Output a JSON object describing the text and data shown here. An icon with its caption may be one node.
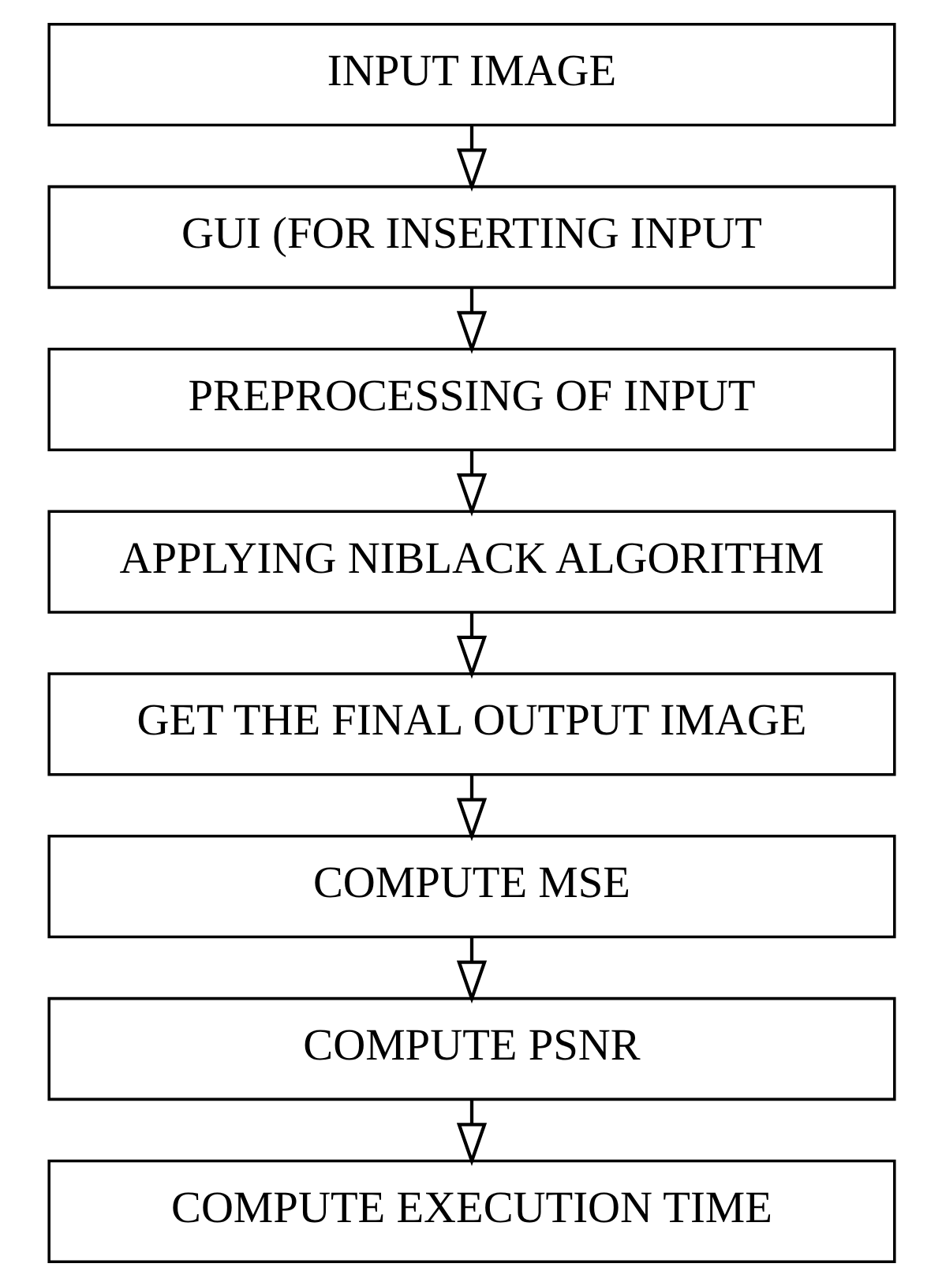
{
  "diagram": {
    "nodes": [
      {
        "text": [
          "INPUT IMAGE"
        ]
      },
      {
        "text": [
          "GUI (FOR INSERTING INPUT"
        ]
      },
      {
        "text": [
          "PREPROCESSING OF INPUT"
        ]
      },
      {
        "text": [
          "APPLYING NIBLACK ALGORITHM"
        ]
      },
      {
        "text": [
          "GET THE FINAL OUTPUT IMAGE"
        ]
      },
      {
        "text": [
          "COMPUTE MSE"
        ]
      },
      {
        "text": [
          "COMPUTE PSNR"
        ]
      },
      {
        "text": [
          "COMPUTE EXECUTION TIME"
        ]
      }
    ],
    "edges": [
      {
        "from": 0,
        "to": 1,
        "arrow": "to"
      },
      {
        "from": 1,
        "to": 2,
        "arrow": "to"
      },
      {
        "from": 2,
        "to": 3,
        "arrow": "to"
      },
      {
        "from": 3,
        "to": 4,
        "arrow": "to"
      },
      {
        "from": 4,
        "to": 5,
        "arrow": "to"
      },
      {
        "from": 5,
        "to": 6,
        "arrow": "to"
      },
      {
        "from": 6,
        "to": 7,
        "arrow": "to"
      }
    ]
  }
}
